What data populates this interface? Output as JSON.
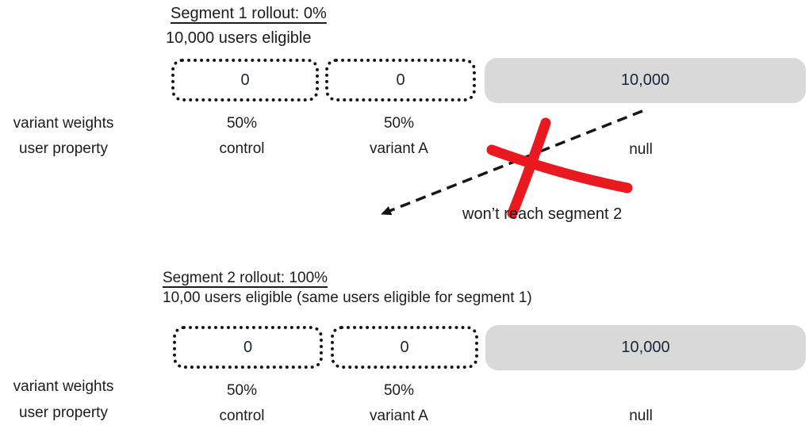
{
  "colors": {
    "ink": "#161616",
    "text": "#1c1c1c",
    "box_text": "#20243a",
    "gray_fill": "#d9d9da",
    "red": "#e9191f"
  },
  "segment1": {
    "title": "Segment 1 rollout: 0%",
    "subtitle": "10,000 users eligible",
    "left_labels": {
      "weights": "variant weights",
      "property": "user property"
    },
    "variants": [
      {
        "value": "0",
        "weight": "50%",
        "property": "control"
      },
      {
        "value": "0",
        "weight": "50%",
        "property": "variant A"
      },
      {
        "value": "10,000",
        "property": "null"
      }
    ]
  },
  "annotation": {
    "text": "won’t reach segment 2",
    "arrow_icon": "dashed-arrow",
    "cross_icon": "red-x"
  },
  "segment2": {
    "title": "Segment 2 rollout: 100%",
    "subtitle": "10,00 users eligible (same users eligible for segment 1)",
    "left_labels": {
      "weights": "variant weights",
      "property": "user property"
    },
    "variants": [
      {
        "value": "0",
        "weight": "50%",
        "property": "control"
      },
      {
        "value": "0",
        "weight": "50%",
        "property": "variant A"
      },
      {
        "value": "10,000",
        "property": "null"
      }
    ]
  }
}
